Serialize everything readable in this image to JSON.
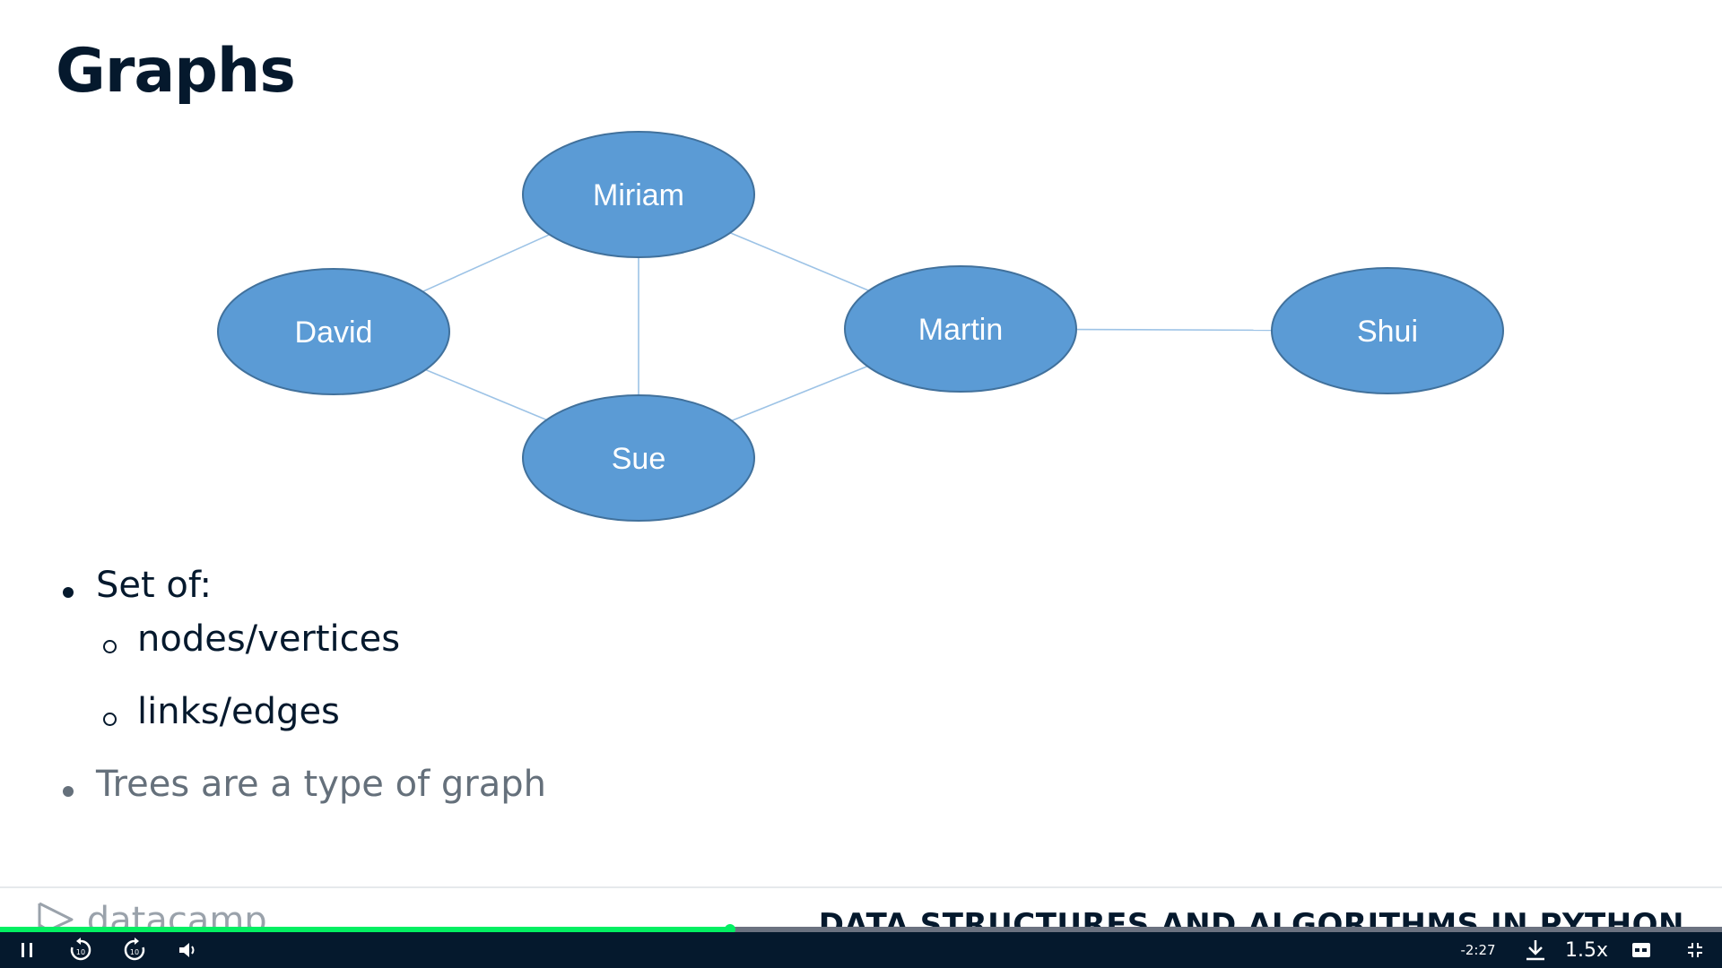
{
  "slide": {
    "title": "Graphs",
    "graph": {
      "nodes": [
        {
          "id": "miriam",
          "label": "Miriam"
        },
        {
          "id": "david",
          "label": "David"
        },
        {
          "id": "martin",
          "label": "Martin"
        },
        {
          "id": "shui",
          "label": "Shui"
        },
        {
          "id": "sue",
          "label": "Sue"
        }
      ],
      "edges": [
        [
          "miriam",
          "david"
        ],
        [
          "miriam",
          "martin"
        ],
        [
          "miriam",
          "sue"
        ],
        [
          "david",
          "sue"
        ],
        [
          "martin",
          "sue"
        ],
        [
          "martin",
          "shui"
        ]
      ],
      "node_fill": "#5b9bd5",
      "node_stroke": "#41719c",
      "edge_color": "#9dc3e6"
    },
    "bullets": [
      {
        "text": "Set of:"
      },
      {
        "text": "nodes/vertices"
      },
      {
        "text": "links/edges"
      },
      {
        "text": "Trees are a type of graph"
      }
    ]
  },
  "footer": {
    "brand": "datacamp",
    "course_title": "DATA STRUCTURES AND ALGORITHMS IN PYTHON"
  },
  "player": {
    "progress_fraction": 0.424,
    "time_remaining": "-2:27",
    "speed": "1.5x",
    "accent_color": "#03ef62",
    "controls": [
      "pause-icon",
      "rewind-10-icon",
      "forward-10-icon",
      "volume-icon",
      "download-icon",
      "captions-icon",
      "exit-fullscreen-icon"
    ]
  }
}
